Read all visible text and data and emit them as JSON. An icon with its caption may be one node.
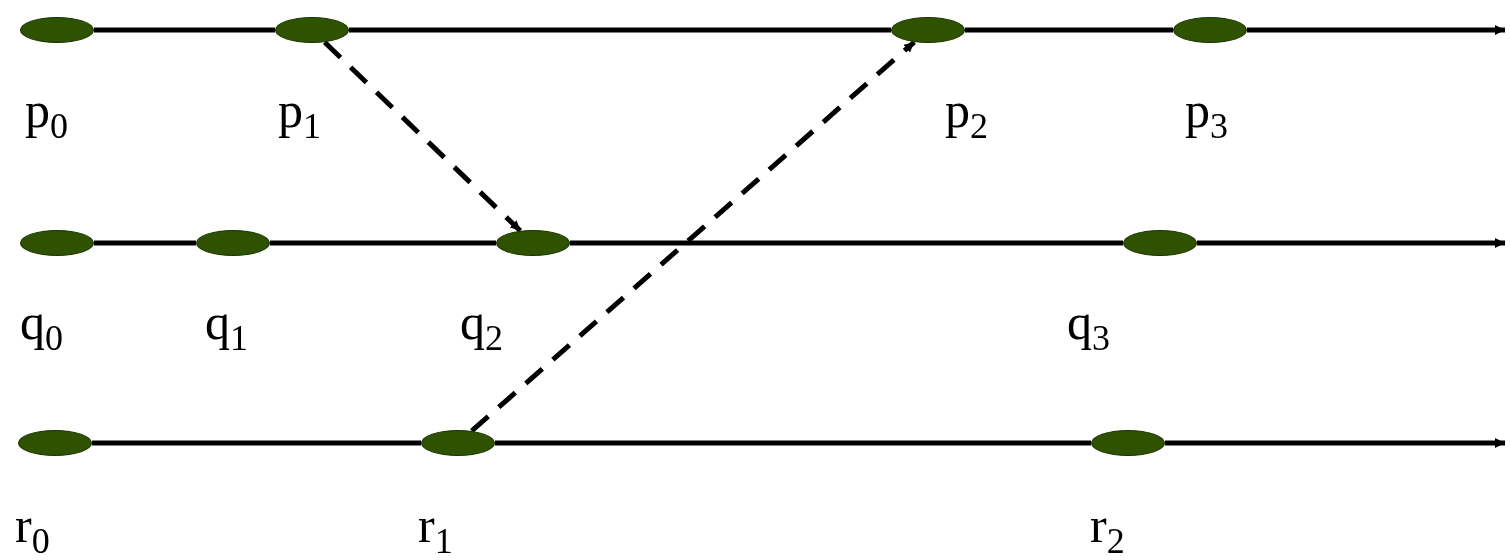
{
  "diagram": {
    "nodes": [
      {
        "text": [],
        "shape": "ellipse",
        "beside": [
          "p$_{0}$"
        ]
      },
      {
        "text": [],
        "shape": "ellipse",
        "beside": [
          "p$_{1}$"
        ]
      },
      {
        "text": [],
        "shape": "ellipse",
        "beside": [
          "p$_{2}$"
        ]
      },
      {
        "text": [],
        "shape": "ellipse",
        "beside": [
          "p$_{3}$"
        ]
      },
      {
        "text": [],
        "shape": "ellipse",
        "beside": [
          "q$_{0}$"
        ]
      },
      {
        "text": [],
        "shape": "ellipse",
        "beside": [
          "q$_{1}$"
        ]
      },
      {
        "text": [],
        "shape": "ellipse",
        "beside": [
          "q$_{2}$"
        ]
      },
      {
        "text": [],
        "shape": "ellipse",
        "beside": [
          "q$_{3}$"
        ]
      },
      {
        "text": [],
        "shape": "ellipse",
        "beside": [
          "r$_{0}$"
        ]
      },
      {
        "text": [],
        "shape": "ellipse",
        "beside": [
          "r$_{1}$"
        ]
      },
      {
        "text": [],
        "shape": "ellipse",
        "beside": [
          "r$_{2}$"
        ]
      }
    ],
    "edges": [
      {
        "from": 0,
        "to": 1,
        "arrow": "none"
      },
      {
        "from": 1,
        "to": 2,
        "arrow": "none"
      },
      {
        "from": 2,
        "to": 3,
        "arrow": "none"
      },
      {
        "from": 3,
        "to": null,
        "arrow": "to"
      },
      {
        "from": 4,
        "to": 5,
        "arrow": "none"
      },
      {
        "from": 5,
        "to": 6,
        "arrow": "none"
      },
      {
        "from": 6,
        "to": 7,
        "arrow": "none"
      },
      {
        "from": 7,
        "to": null,
        "arrow": "to"
      },
      {
        "from": 8,
        "to": 9,
        "arrow": "none"
      },
      {
        "from": 9,
        "to": 10,
        "arrow": "none"
      },
      {
        "from": 10,
        "to": null,
        "arrow": "to"
      },
      {
        "from": 1,
        "to": 6,
        "arrow": "to",
        "style": "dashed"
      },
      {
        "from": 9,
        "to": 2,
        "arrow": "to",
        "style": "dashed"
      }
    ]
  }
}
